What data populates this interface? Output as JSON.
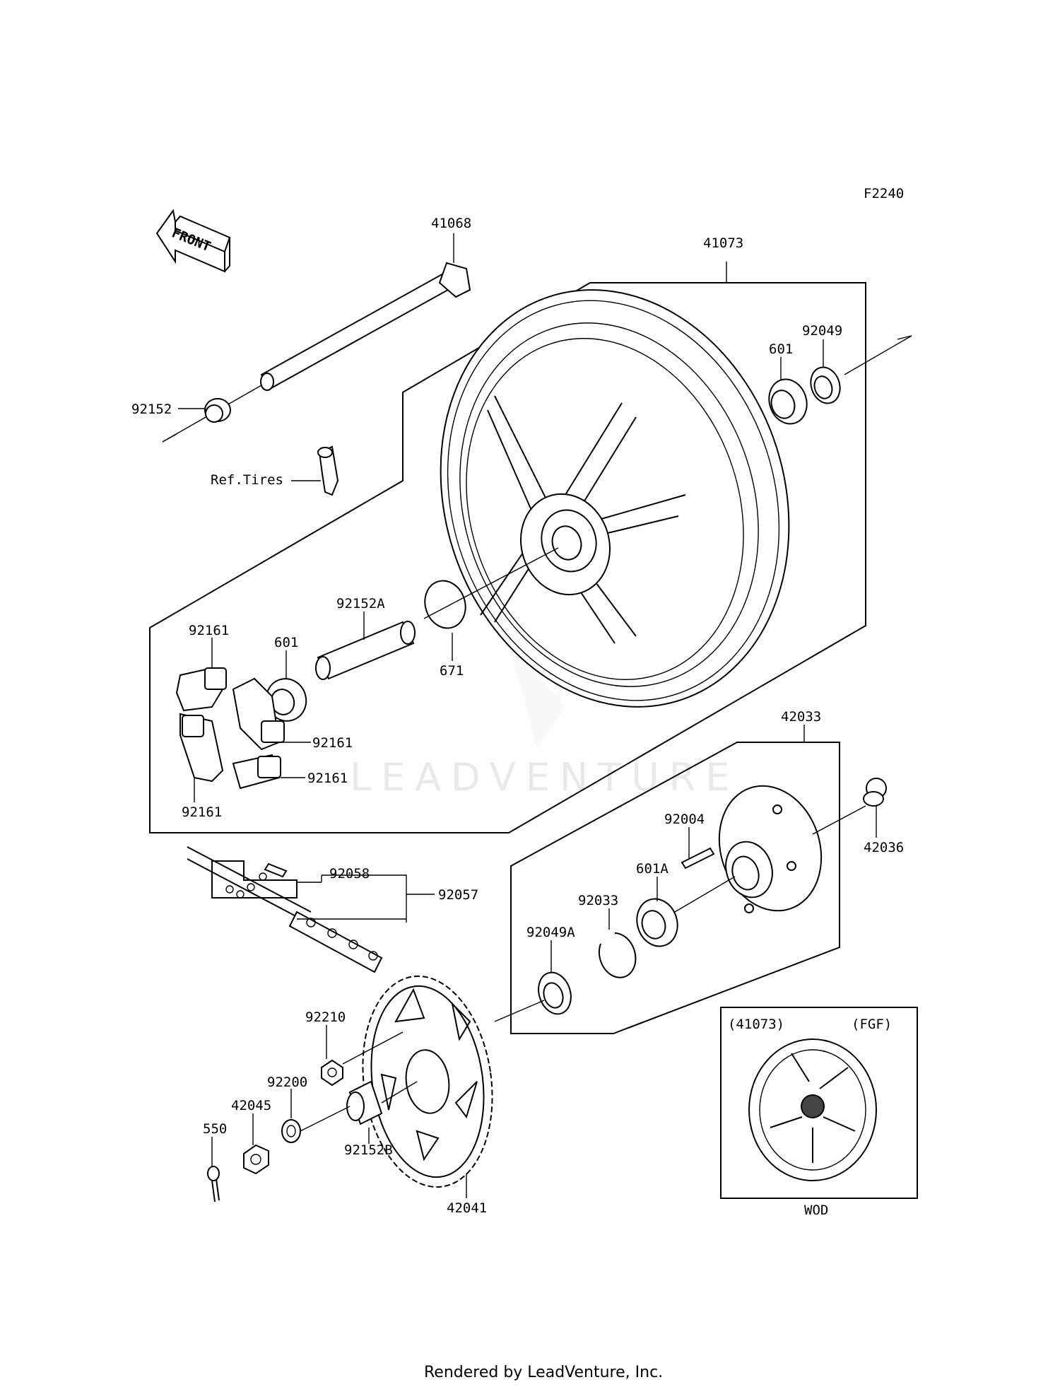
{
  "diagram": {
    "figure_code": "F2240",
    "front_label": "FRONT",
    "watermark": "LEADVENTURE",
    "footer": "Rendered by LeadVenture, Inc.",
    "inset": {
      "part_ref": "(41073)",
      "variant": "(FGF)",
      "caption": "WOD"
    },
    "labels": {
      "p41068": "41068",
      "p41073": "41073",
      "p92152": "92152",
      "p601_top": "601",
      "p92049": "92049",
      "ref_tires": "Ref.Tires",
      "p92152A": "92152A",
      "p92161_top": "92161",
      "p601_mid": "601",
      "p671": "671",
      "p92161_r1": "92161",
      "p92161_r2": "92161",
      "p92161_bot": "92161",
      "p42033": "42033",
      "p42036": "42036",
      "p92004": "92004",
      "p92058": "92058",
      "p92057": "92057",
      "p601A": "601A",
      "p92033": "92033",
      "p92049A": "92049A",
      "p92210": "92210",
      "p92200": "92200",
      "p42045": "42045",
      "p550": "550",
      "p92152B": "92152B",
      "p42041": "42041"
    }
  }
}
